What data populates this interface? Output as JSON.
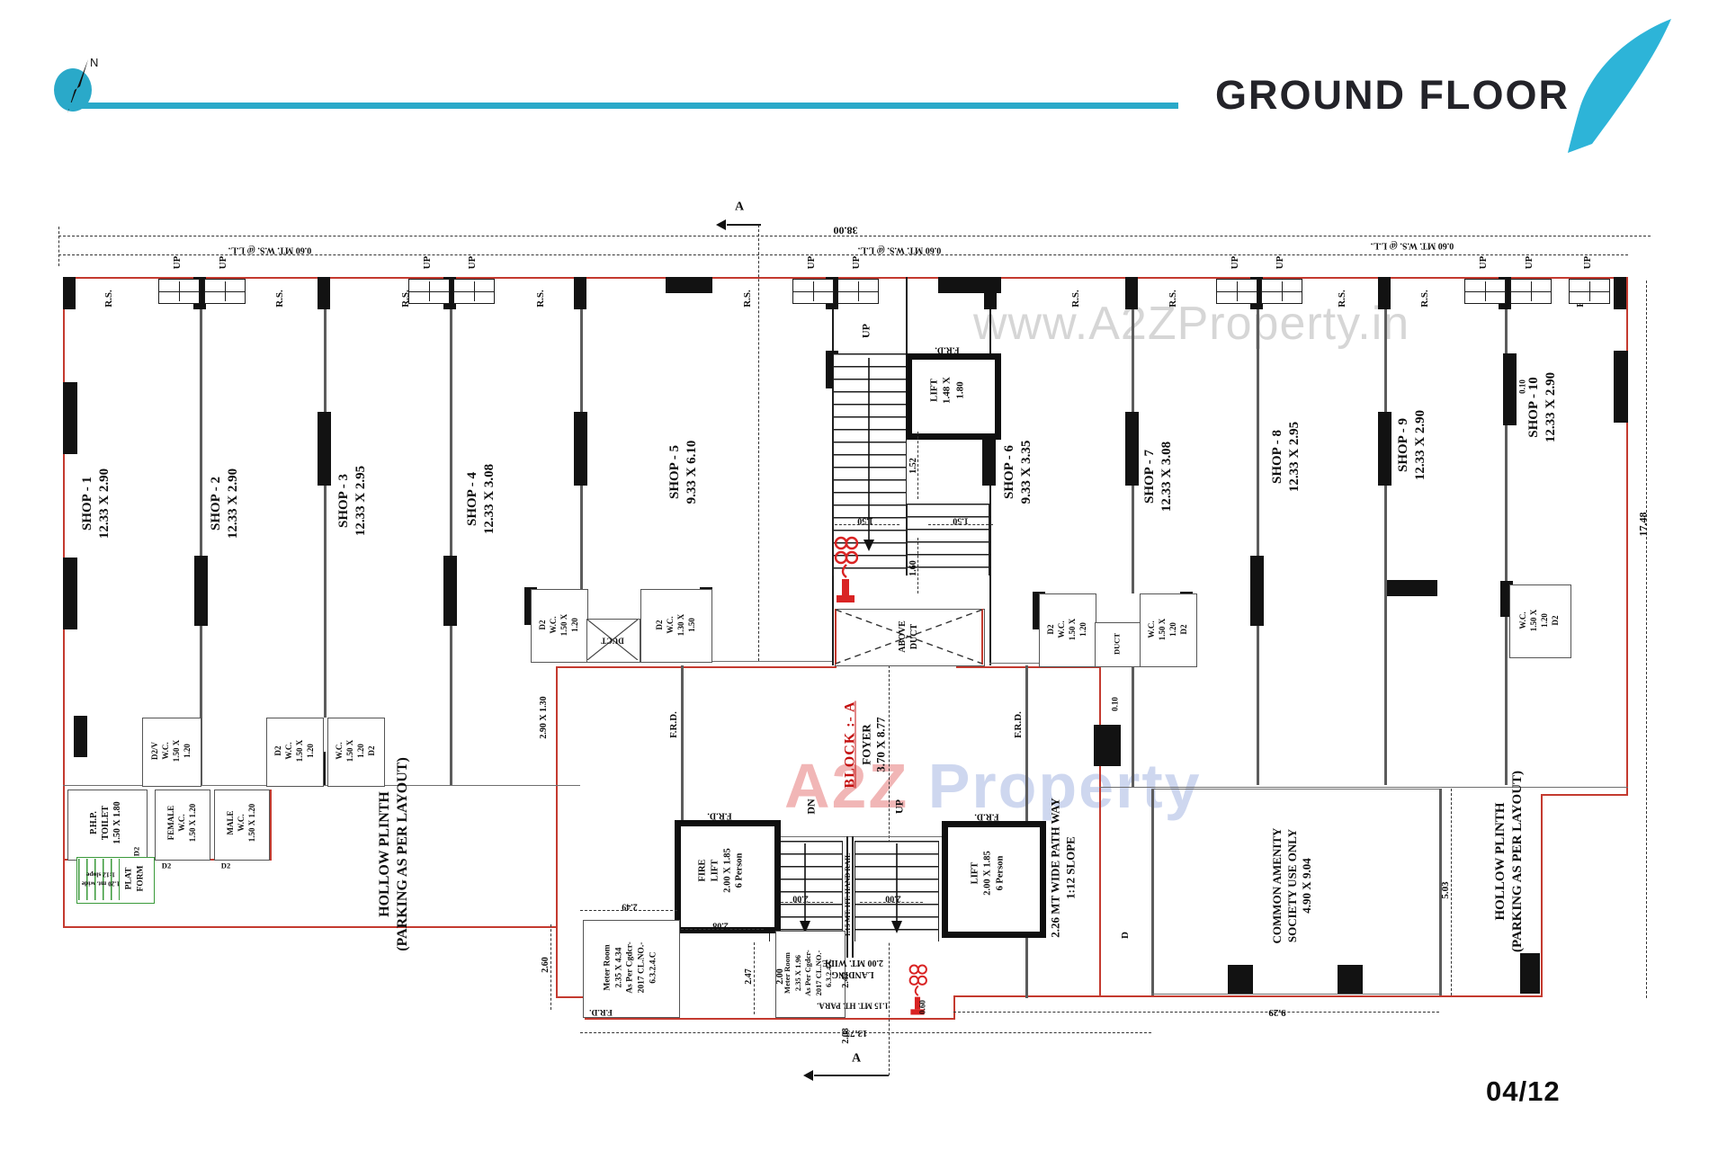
{
  "header": {
    "title": "GROUND FLOOR",
    "compass_n": "N",
    "page_no": "04/12"
  },
  "watermarks": {
    "site": "www.A2ZProperty.in",
    "brand_a": "A2Z",
    "brand_b": "Property"
  },
  "shops": [
    {
      "name": "SHOP - 1",
      "size": "12.33 X 2.90"
    },
    {
      "name": "SHOP - 2",
      "size": "12.33 X 2.90"
    },
    {
      "name": "SHOP - 3",
      "size": "12.33 X 2.95"
    },
    {
      "name": "SHOP - 4",
      "size": "12.33 X 3.08"
    },
    {
      "name": "SHOP - 5",
      "size": "9.33 X 6.10"
    },
    {
      "name": "SHOP - 6",
      "size": "9.33 X 3.35"
    },
    {
      "name": "SHOP - 7",
      "size": "12.33 X 3.08"
    },
    {
      "name": "SHOP - 8",
      "size": "12.33 X 2.95"
    },
    {
      "name": "SHOP - 9",
      "size": "12.33 X 2.90"
    },
    {
      "name": "SHOP - 10",
      "size": "12.33 X 2.90"
    }
  ],
  "marks": {
    "rs": "R.S.",
    "up": "UP",
    "dn": "DN",
    "a": "A",
    "d": "D",
    "frd": "F.R.D."
  },
  "dims": {
    "overall_w": "38.00",
    "ws_note": "0.60 MT. W.S. @ L.L.",
    "overall_h": "17.48",
    "right_inner": "5.03",
    "bottom_center": "13.75",
    "bottom_right": "9.29",
    "gap_060": "0.60",
    "stair_152": "1.52",
    "stair_150": "1.50",
    "stair_160": "1.60",
    "flight_200": "2.00",
    "mr_249": "2.49",
    "mr_260": "2.60",
    "mr_208": "2.08",
    "mr_247": "2.47",
    "mr_200": "2.00",
    "wc_space": "2.90 X 1.30",
    "off_010": "0.10"
  },
  "rooms": {
    "lift_small": {
      "name": "LIFT",
      "l1": "1.48 X",
      "l2": "1.80"
    },
    "fire_lift": {
      "n1": "FIRE",
      "n2": "LIFT",
      "size": "2.00 X 1.85",
      "cap": "6 Person"
    },
    "lift_main": {
      "name": "LIFT",
      "size": "2.00 X 1.85",
      "cap": "6 Person"
    },
    "block": "BLOCK :- A",
    "foyer": "FOYER",
    "foyer_size": "3.70 X 8.77",
    "meter_l": {
      "l1": "Meter Room",
      "l2": "2.35 X 4.34",
      "l3": "As Per Cgdcr-",
      "l4": "2017 CL.NO.-",
      "l5": "6.3.2.4.C"
    },
    "meter_r": {
      "l1": "Meter Room",
      "l2": "2.35 X 1.96",
      "l3": "As Per Cgdcr-",
      "l4": "2017 CL.NO.-",
      "l5": "6.3.2.4.C"
    },
    "landing": {
      "l1": "LANDING",
      "l2": "2.00 MT. WIDE"
    },
    "para": "1.15 MT. HT. PARA.",
    "handrail": "1.15 MT. HT. HAND RAIL",
    "pathway": {
      "l1": "2.26 MT WIDE PATH WAY",
      "l2": "1:12 SLOPE"
    },
    "amenity": {
      "l1": "COMMON AMENITY",
      "l2": "SOCIETY USE ONLY",
      "l3": "4.90 X 9.04"
    },
    "hollow": {
      "l1": "HOLLOW PLINTH",
      "l2": "(PARKING AS PER LAYOUT)"
    },
    "platform": {
      "l1": "PLAT",
      "l2": "FORM",
      "r1": "1.20 mt. wide",
      "r2": "1:12 slope"
    },
    "above_duct": {
      "l1": "ABOVE",
      "l2": "DUCT"
    },
    "duct": "DUCT",
    "php": {
      "l1": "P.H.P.",
      "l2": "TOILET",
      "l3": "1.50 X 1.80"
    },
    "female": {
      "l1": "FEMALE",
      "l2": "W.C.",
      "l3": "1.50 X 1.20"
    },
    "male": {
      "l1": "MALE",
      "l2": "W.C.",
      "l3": "1.50 X 1.20"
    }
  },
  "wc": {
    "label": "W.C.",
    "a": "1.50 X",
    "b": "1.20",
    "c": "1.30 X",
    "d": "1.50",
    "d2": "D2",
    "d2v": "D2/V",
    "v": "V"
  },
  "colors": {
    "accent": "#2aa9c9",
    "boundary_red": "#c43a2f",
    "fire_red": "#d92323",
    "platform_green": "#3a9a3a"
  }
}
